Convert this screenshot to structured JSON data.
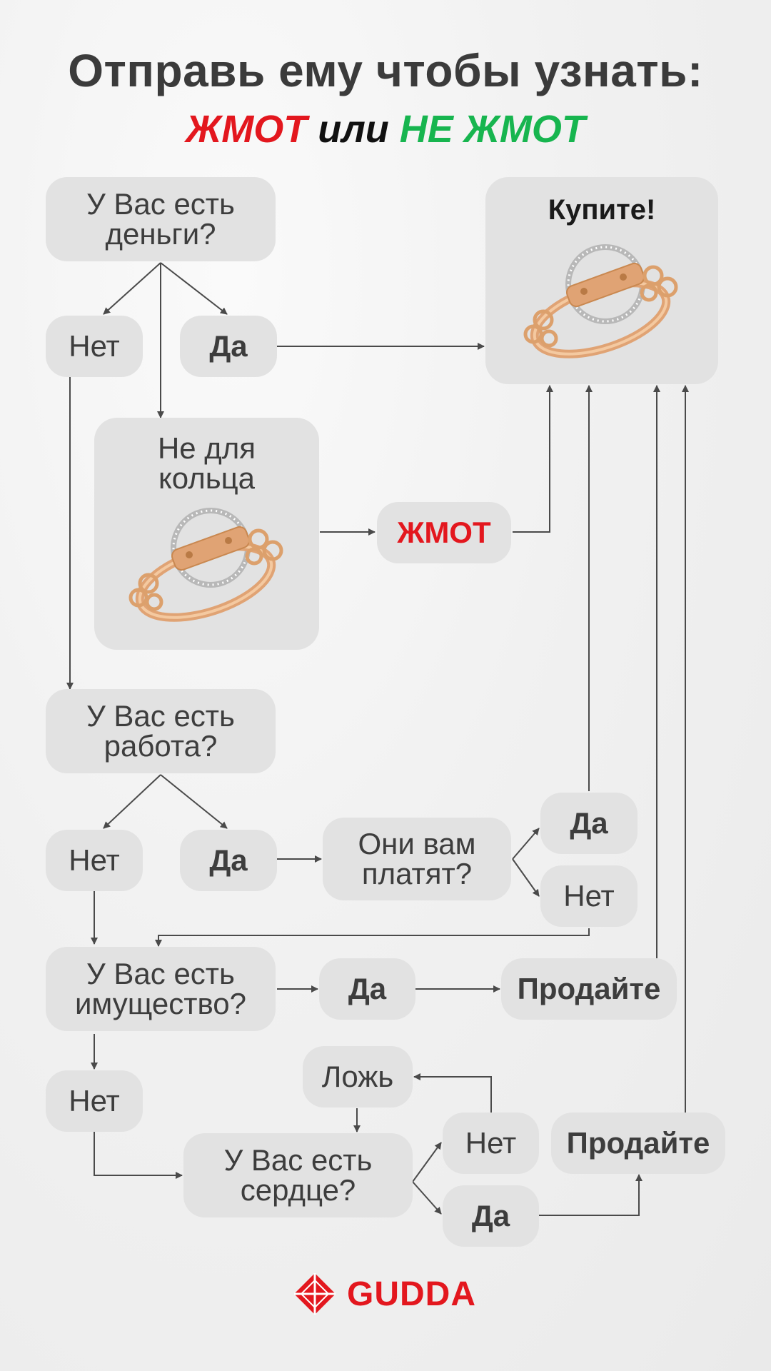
{
  "header": {
    "title": "Отправь ему чтобы узнать:",
    "subtitle_a": "ЖМОТ",
    "subtitle_b": " или ",
    "subtitle_c": "НЕ ЖМОТ"
  },
  "nodes": {
    "money_q": "У Вас есть\nденьги?",
    "money_no": "Нет",
    "money_yes": "Да",
    "buy_title": "Купите!",
    "not_for_ring": "Не для\nкольца",
    "zhmot": "ЖМОТ",
    "job_q": "У Вас есть\nработа?",
    "job_no": "Нет",
    "job_yes": "Да",
    "pay_q": "Они вам\nплатят?",
    "pay_yes": "Да",
    "pay_no": "Нет",
    "property_q": "У Вас есть\nимущество?",
    "property_yes": "Да",
    "sell_1": "Продайте",
    "property_no": "Нет",
    "lie": "Ложь",
    "heart_q": "У Вас есть\nсердце?",
    "heart_no": "Нет",
    "heart_yes": "Да",
    "sell_2": "Продайте"
  },
  "icons": {
    "ring": "gold-ring-icon",
    "logo": "gudda-diamond-logo-icon"
  },
  "brand": {
    "name": "GUDDA"
  },
  "colors": {
    "red": "#e3171e",
    "green": "#17b54f",
    "node_bg": "#e2e2e2",
    "gold": "#e0a374"
  }
}
